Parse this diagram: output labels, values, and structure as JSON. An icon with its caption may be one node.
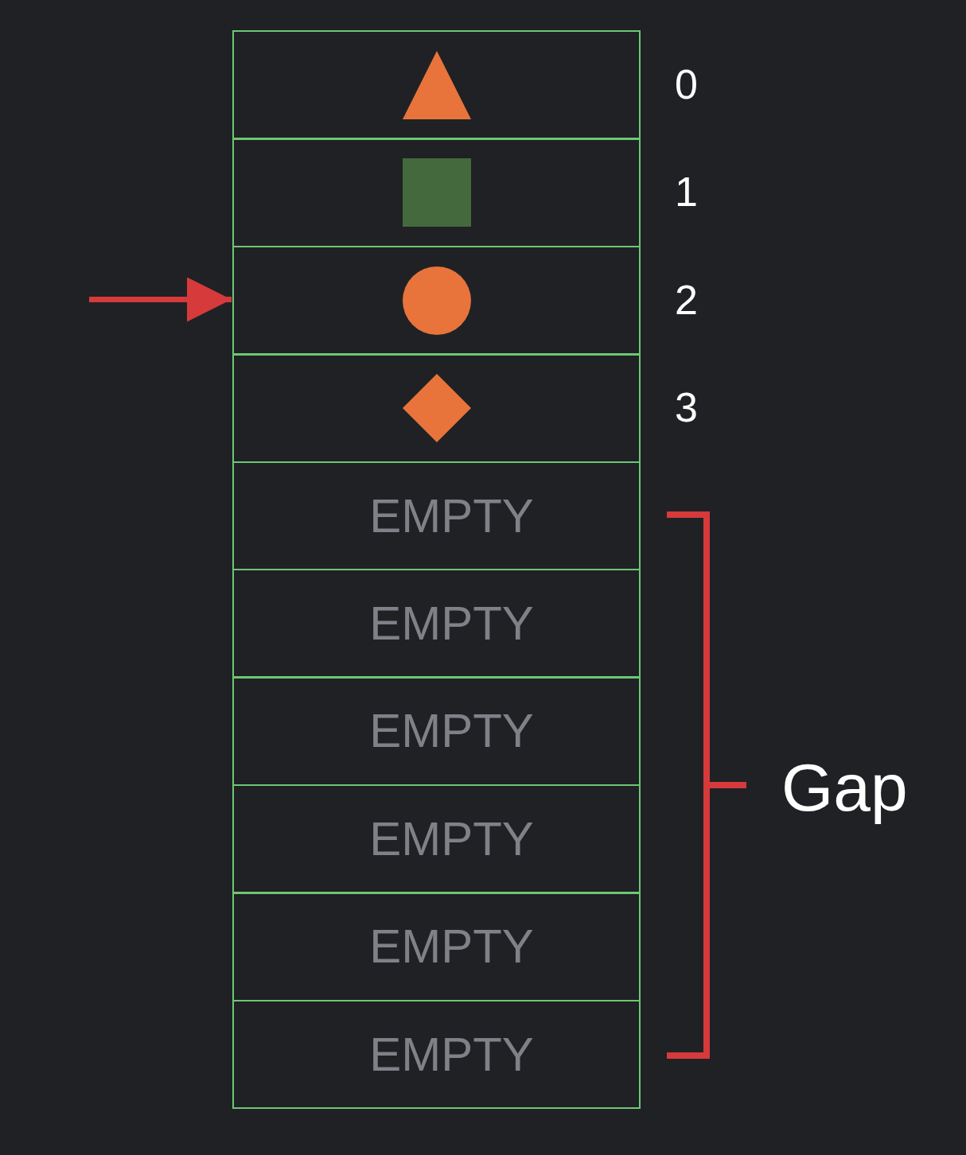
{
  "diagram": {
    "nodes": [
      {
        "text": [],
        "shape": "box",
        "beside": [
          "0"
        ]
      },
      {
        "text": [],
        "shape": "triangle",
        "in": 0
      },
      {
        "text": [],
        "shape": "box",
        "beside": [
          "1"
        ]
      },
      {
        "text": [],
        "shape": "square",
        "in": 2
      },
      {
        "text": [],
        "shape": "box",
        "beside": [
          "2"
        ]
      },
      {
        "text": [],
        "shape": "circle",
        "in": 4
      },
      {
        "text": [],
        "shape": "box",
        "beside": [
          "3"
        ]
      },
      {
        "text": [],
        "shape": "diamond",
        "in": 6
      },
      {
        "text": [
          "EMPTY"
        ]
      },
      {
        "text": [
          "EMPTY"
        ]
      },
      {
        "text": [
          "EMPTY"
        ]
      },
      {
        "text": [
          "EMPTY"
        ]
      },
      {
        "text": [
          "EMPTY"
        ]
      },
      {
        "text": [
          "EMPTY"
        ]
      }
    ],
    "edges": [
      {
        "from": null,
        "to": 4,
        "arrow": "to"
      }
    ],
    "labels": [
      "Gap"
    ]
  }
}
